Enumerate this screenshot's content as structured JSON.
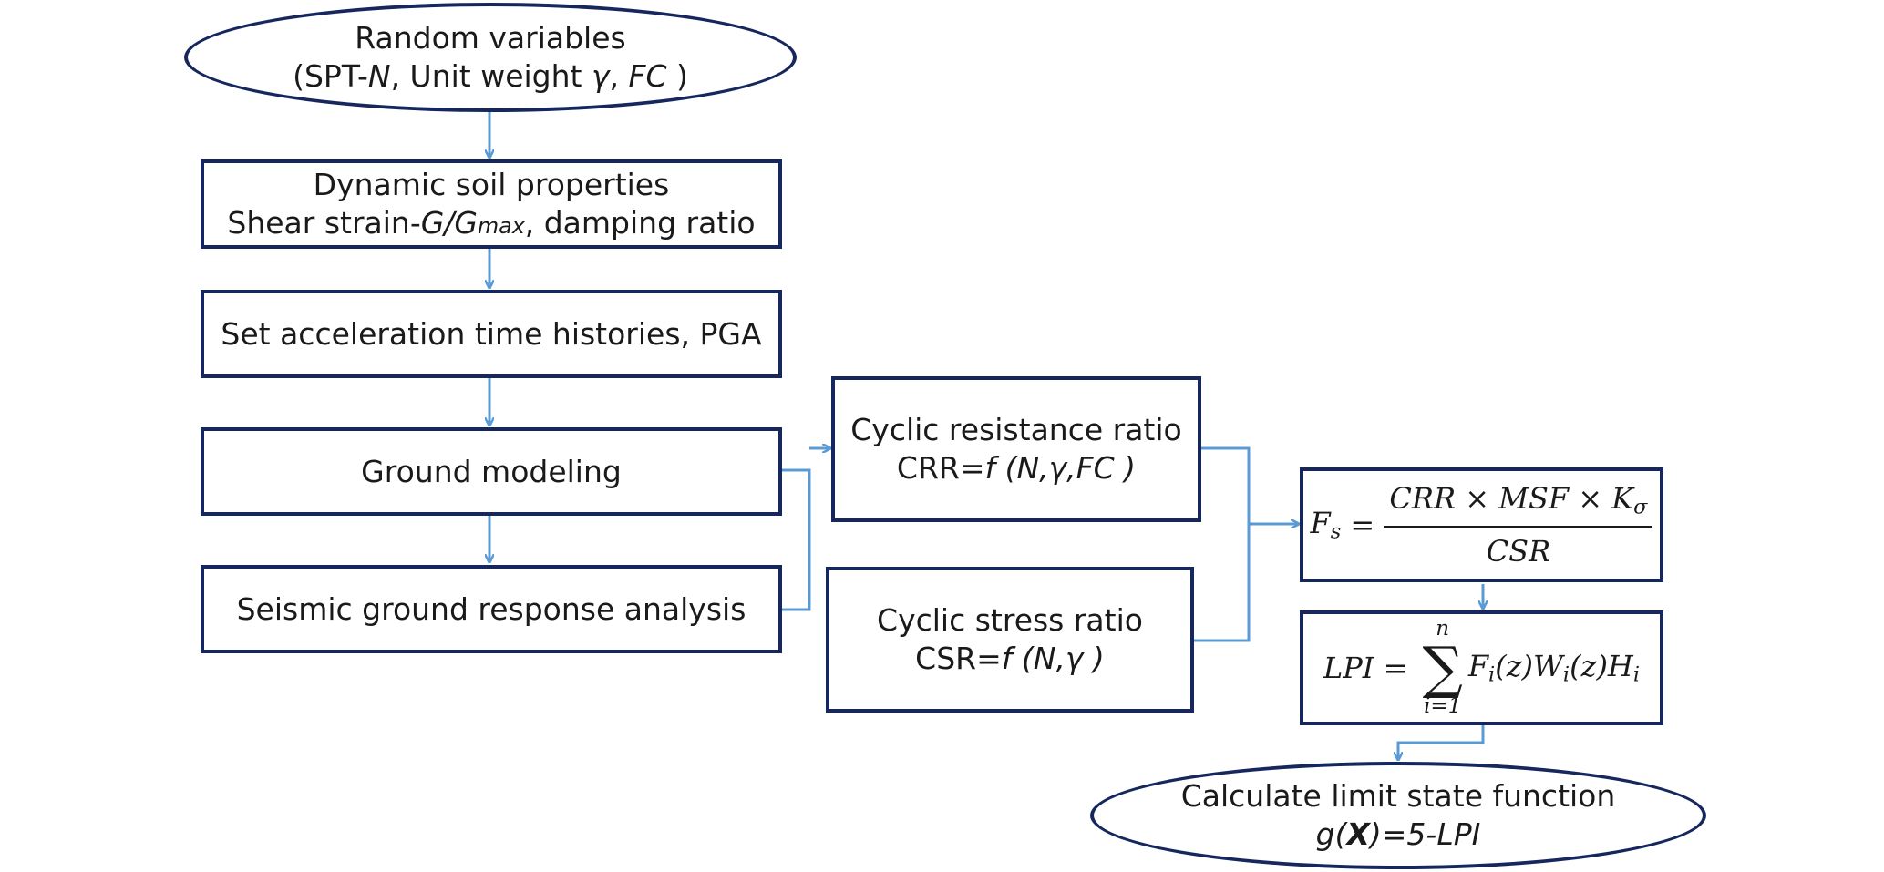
{
  "nodes": {
    "random_variables": {
      "line1": "Random variables",
      "prefix": "(SPT-",
      "n": "N",
      "mid1": ", Unit weight ",
      "gamma": "γ",
      "mid2": ", ",
      "fc": "FC",
      "suffix": " )"
    },
    "dynamic_soil": {
      "line1": "Dynamic soil properties",
      "prefix": "Shear strain-",
      "g": "G/G",
      "gsub": "max",
      "suffix": ", damping ratio"
    },
    "acceleration": {
      "line1": "Set acceleration time histories, PGA"
    },
    "ground_modeling": {
      "line1": "Ground modeling"
    },
    "seismic_response": {
      "line1": "Seismic ground response analysis"
    },
    "crr": {
      "line1": "Cyclic resistance ratio",
      "prefix": "CRR=",
      "f": "f",
      "args": " (N,γ,FC )"
    },
    "csr": {
      "line1": "Cyclic stress ratio",
      "prefix": "CSR=",
      "f": "f",
      "args": " (N,γ )"
    },
    "fs": {
      "lhs": "F",
      "lhs_sub": "s",
      "eq": " = ",
      "numerator": "CRR × MSF × K",
      "num_sub": "σ",
      "denominator": "CSR"
    },
    "lpi": {
      "lhs": "LPI = ",
      "sum": "∑",
      "upper": "n",
      "lower": "i=1",
      "t1": "F",
      "t1s": "i",
      "t2": "(z)W",
      "t2s": "i",
      "t3": "(z)H",
      "t3s": "i"
    },
    "limit_state": {
      "line1": "Calculate limit state function",
      "prefix": "g(",
      "x": "X",
      "suffix": ")=5-LPI"
    }
  },
  "colors": {
    "box_border": "#16275e",
    "arrow": "#5b9bd5"
  }
}
